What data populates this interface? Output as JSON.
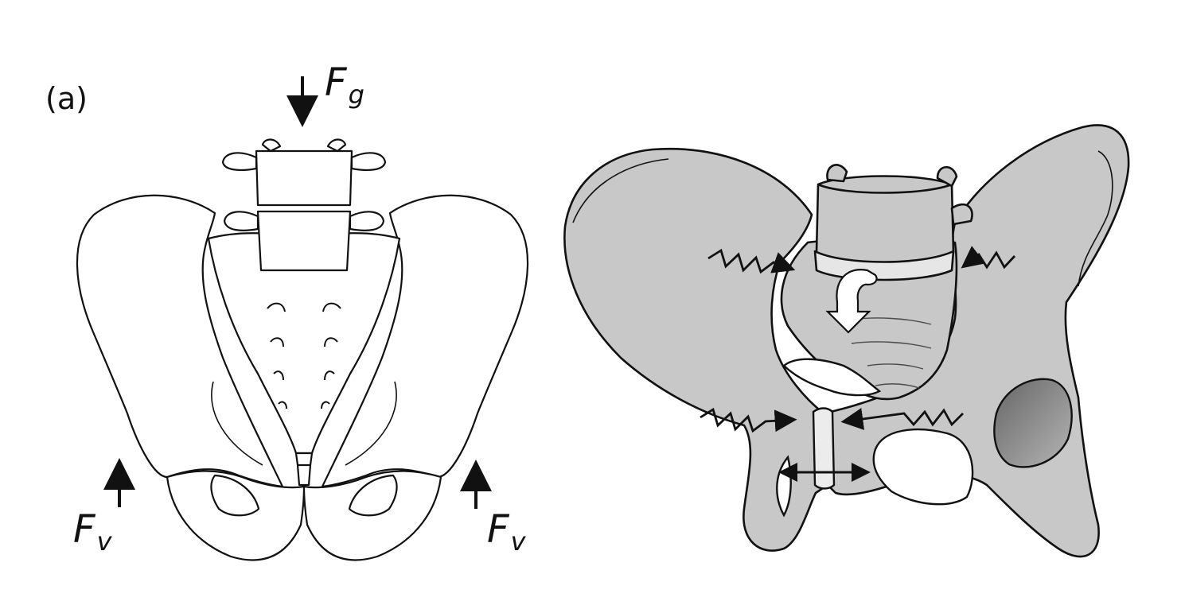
{
  "panel_label": "(a)",
  "forces": {
    "gravity": {
      "symbol": "F",
      "subscript": "g"
    },
    "vertical_left": {
      "symbol": "F",
      "subscript": "v"
    },
    "vertical_right": {
      "symbol": "F",
      "subscript": "v"
    }
  },
  "colors": {
    "outline": "#111111",
    "sketch_fill": "#ffffff",
    "bone_fill": "#c8c8c8",
    "shading": "#8f8f8f"
  },
  "icons": [
    "force-arrow-icon",
    "compression-arrow-icon",
    "rotation-arrow-icon",
    "tension-arrow-icon"
  ]
}
